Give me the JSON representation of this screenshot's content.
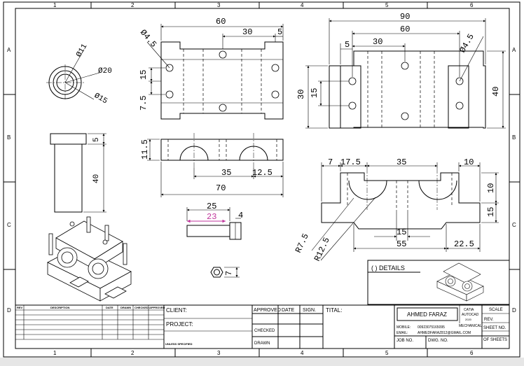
{
  "border": {
    "cols": [
      "1",
      "2",
      "3",
      "4",
      "5",
      "6"
    ],
    "rows": [
      "A",
      "B",
      "C",
      "D"
    ]
  },
  "dims": {
    "top_60": "60",
    "top_30": "30",
    "top_5": "5",
    "top_d45": "Ø4.5",
    "top_15": "15",
    "top_75": "7.5",
    "mid_115": "11.5",
    "mid_35": "35",
    "mid_125": "12.5",
    "mid_70": "70",
    "r_90": "90",
    "r_60": "60",
    "r_30": "30",
    "r_5": "5",
    "r_d45": "Ø4.5",
    "r_30v": "30",
    "r_15v": "15",
    "r_40v": "40",
    "f_7": "7",
    "f_175": "17.5",
    "f_35": "35",
    "f_10": "10",
    "f_10v": "10",
    "f_15v": "15",
    "f_r75": "R7.5",
    "f_r125": "R12.5",
    "f_15": "15",
    "f_55": "55",
    "f_225": "22.5",
    "c_d11": "Ø11",
    "c_d20": "Ø20",
    "c_d15": "Ø15",
    "s_5": "5",
    "s_40": "40",
    "b_25": "25",
    "b_23": "23",
    "b_4": "4",
    "n_7": "7"
  },
  "details": {
    "label": "(   ) DETAILS"
  },
  "revision": {
    "headers": [
      "REV",
      "DESCRIPTION",
      "DATE",
      "DRAWN",
      "CHECKED",
      "APPROVED"
    ],
    "unless": "UNLESS SPECIFIED"
  },
  "title_block": {
    "client": "CLIENT:",
    "project": "PROJECT:",
    "approved": "APPROVED",
    "date": "DATE",
    "sign": "SIGN.",
    "title": "TITAL:",
    "checked": "CHECKED",
    "drawn": "DRAWN",
    "author": "AHMED FARAZ",
    "mobile_label": "MOBILE:",
    "mobile": "00923075165095",
    "email_label": "EMAIL:",
    "email": "AHMEDFARAZ812@GMAIL.COM",
    "sw1": "CATIA",
    "sw2": "AUTOCAD",
    "sw3": "2020",
    "sw4": "MECHANICAL",
    "scale": "SCALE",
    "rev": "REV.",
    "sheet_no": "SHEET NO.",
    "of_sheets": "OF SHEETS",
    "job_no": "JOB NO.",
    "dwg_no": "DWG. NO."
  }
}
